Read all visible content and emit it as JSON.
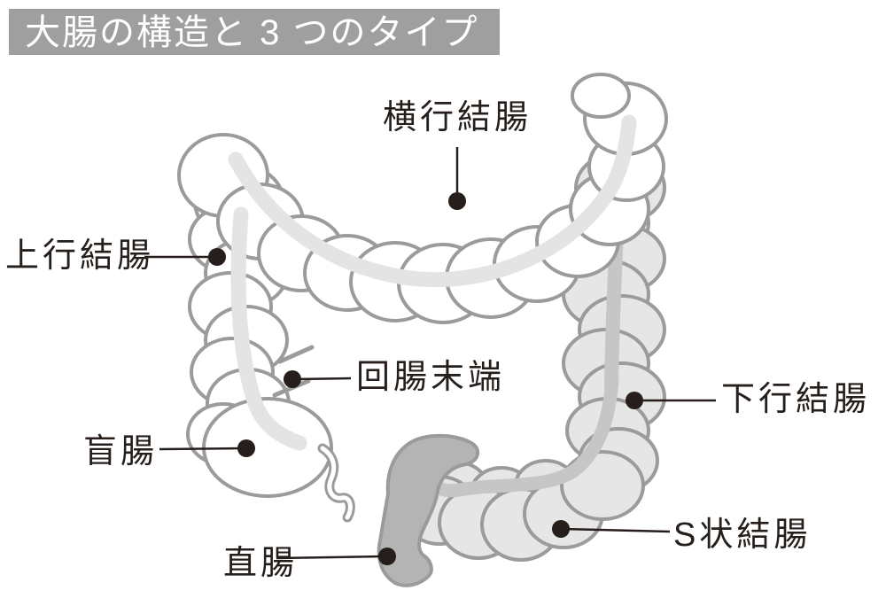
{
  "header": {
    "title": "大腸の構造と 3 つのタイプ"
  },
  "labels": {
    "transverse": {
      "text": "横行結腸",
      "target": "transverse colon"
    },
    "ascending": {
      "text": "上行結腸",
      "target": "ascending colon"
    },
    "ileum": {
      "text": "回腸末端",
      "target": "terminal ileum"
    },
    "cecum": {
      "text": "盲腸",
      "target": "cecum"
    },
    "rectum": {
      "text": "直腸",
      "target": "rectum"
    },
    "descending": {
      "text": "下行結腸",
      "target": "descending colon"
    },
    "sigmoid": {
      "text": "S状結腸",
      "target": "sigmoid colon"
    }
  },
  "colors": {
    "banner_bg": "#9f9f9f",
    "banner_text": "#ffffff",
    "outline": "#9b9b9b",
    "white_fill": "#ffffff",
    "light_fill": "#e6e6e6",
    "tenia_on_white": "#e4e4e4",
    "tenia_on_gray": "#c6c6c6",
    "rectum_fill": "#b4b4b4",
    "label_ink": "#251e1b"
  }
}
